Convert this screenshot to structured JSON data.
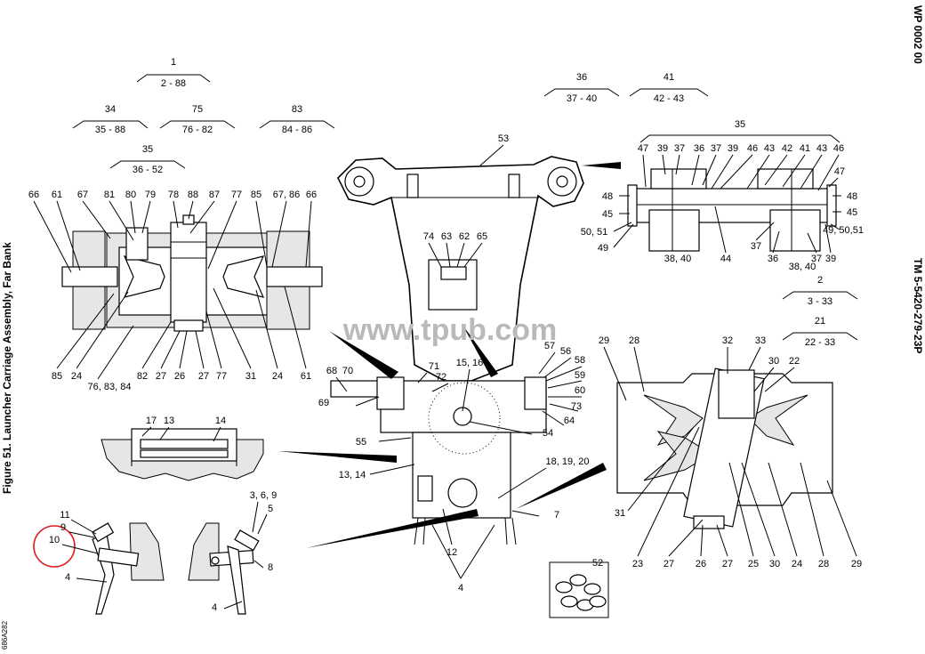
{
  "side_text": {
    "figure_title": "Figure 51. Launcher Carriage Assembly, Far Bank",
    "work_package": "WP 0002 00",
    "manual_number": "TM 5-5420-279-23P",
    "drawing_code": "686A282"
  },
  "watermark": "www.tpub.com",
  "highlight_color": "#e02020",
  "range_headers": [
    {
      "top": "1",
      "range": "2 - 88"
    },
    {
      "top": "34",
      "range": "35 - 88"
    },
    {
      "top": "75",
      "range": "76 - 82"
    },
    {
      "top": "83",
      "range": "84 - 86"
    },
    {
      "top": "35",
      "range": "36 - 52"
    },
    {
      "top": "36",
      "range": "37 - 40"
    },
    {
      "top": "41",
      "range": "42 - 43"
    },
    {
      "top": "2",
      "range": "3 - 33"
    },
    {
      "top": "21",
      "range": "22 - 33"
    }
  ],
  "callouts": {
    "top_left": [
      "66",
      "61",
      "67",
      "81",
      "80",
      "79",
      "78",
      "88",
      "87",
      "77",
      "85",
      "67, 86",
      "66"
    ],
    "left_bottom": [
      "85",
      "24",
      "76, 83, 84",
      "82",
      "27",
      "26",
      "27",
      "77",
      "31",
      "24",
      "61"
    ],
    "top_right_header": "35",
    "top_right_top": [
      "47",
      "39",
      "37",
      "36",
      "37",
      "39",
      "46",
      "43",
      "42",
      "41",
      "43",
      "46"
    ],
    "top_right_sides": [
      "48",
      "45",
      "50, 51",
      "49",
      "47",
      "48",
      "45",
      "49, 50,51"
    ],
    "top_right_bottom": [
      "38, 40",
      "44",
      "37",
      "36",
      "38, 40",
      "37",
      "39"
    ],
    "center": [
      "53",
      "74",
      "63",
      "62",
      "65",
      "68",
      "70",
      "69",
      "71",
      "72",
      "15, 16",
      "57",
      "56",
      "58",
      "59",
      "60",
      "73",
      "64",
      "54",
      "55",
      "13, 14",
      "18, 19, 20",
      "7",
      "12",
      "4"
    ],
    "small_left": [
      "17",
      "13",
      "14"
    ],
    "small_parts": [
      "11",
      "9",
      "10",
      "4",
      "3, 6, 9",
      "5",
      "8",
      "4"
    ],
    "kit": "52",
    "bottom_right": [
      "29",
      "28",
      "32",
      "33",
      "30",
      "22",
      "31",
      "23",
      "27",
      "26",
      "27",
      "25",
      "30",
      "24",
      "28",
      "29"
    ]
  }
}
